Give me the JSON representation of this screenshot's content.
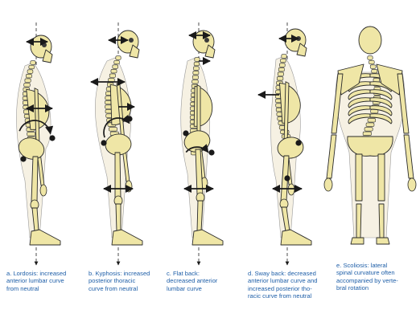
{
  "figure": {
    "colors": {
      "bone": "#efe6a6",
      "bone_dark": "#d8cb7e",
      "outline": "#2a2a2a",
      "skin": "#f6f1e3",
      "arrow": "#1a1a1a",
      "caption": "#1f5fa8",
      "plumb_line": "#222222"
    },
    "icons": [
      "skeleton-figure",
      "plumb-line",
      "arrow-marker",
      "pivot-dot",
      "rotation-arrow"
    ],
    "panels": [
      {
        "id": "a",
        "caption": "a. Lordosis: increased\nanterior lumbar curve\nfrom neutral"
      },
      {
        "id": "b",
        "caption": "b. Kyphosis: increased\nposterior thoracic\ncurve from neutral"
      },
      {
        "id": "c",
        "caption": "c. Flat back:\ndecreased anterior\nlumbar curve"
      },
      {
        "id": "d",
        "caption": "d. Sway back: decreased\nanterior lumbar curve and\nincreased posterior tho-\nracic curve from neutral"
      },
      {
        "id": "e",
        "caption": "e. Scoliosis: lateral\nspinal curvature often\naccompanied by verte-\nbral rotation"
      }
    ]
  }
}
